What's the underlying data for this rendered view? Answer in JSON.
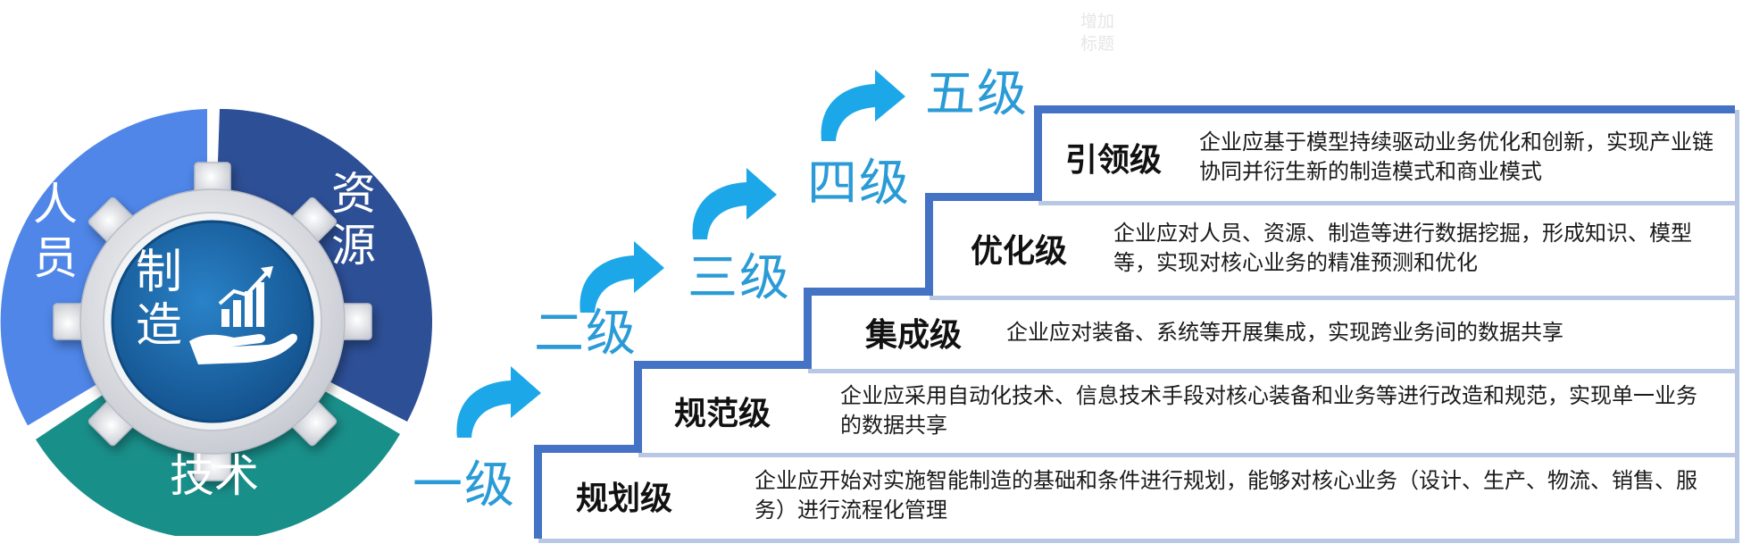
{
  "placeholder": {
    "line1": "增加",
    "line2": "标题"
  },
  "wheel": {
    "center": {
      "line1": "制",
      "line2": "造"
    },
    "segments": [
      {
        "label_line1": "人",
        "label_line2": "员",
        "color": "#4f86e8"
      },
      {
        "label_line1": "资",
        "label_line2": "源",
        "color": "#2d4f96"
      },
      {
        "label": "技术",
        "color": "#198f8a"
      }
    ]
  },
  "levels": [
    {
      "label": "一级",
      "name": "规划级",
      "desc": "企业应开始对实施智能制造的基础和条件进行规划，能够对核心业务（设计、生产、物流、销售、服务）进行流程化管理"
    },
    {
      "label": "二级",
      "name": "规范级",
      "desc": "企业应采用自动化技术、信息技术手段对核心装备和业务等进行改造和规范，实现单一业务的数据共享"
    },
    {
      "label": "三级",
      "name": "集成级",
      "desc": "企业应对装备、系统等开展集成，实现跨业务间的数据共享"
    },
    {
      "label": "四级",
      "name": "优化级",
      "desc": "企业应对人员、资源、制造等进行数据挖掘，形成知识、模型等，实现对核心业务的精准预测和优化"
    },
    {
      "label": "五级",
      "name": "引领级",
      "desc": "企业应基于模型持续驱动业务优化和创新，实现产业链协同并衍生新的制造模式和商业模式"
    }
  ],
  "colors": {
    "step_border": "#4472c4",
    "level_label": "#2a9bd6",
    "arrow": "#1ca7e8",
    "gear": "#d9dbe0",
    "hub": "#1d6fb1"
  },
  "icons": {
    "center": "hand-growth-chart-icon",
    "arrows": "curved-arrow-icon"
  }
}
